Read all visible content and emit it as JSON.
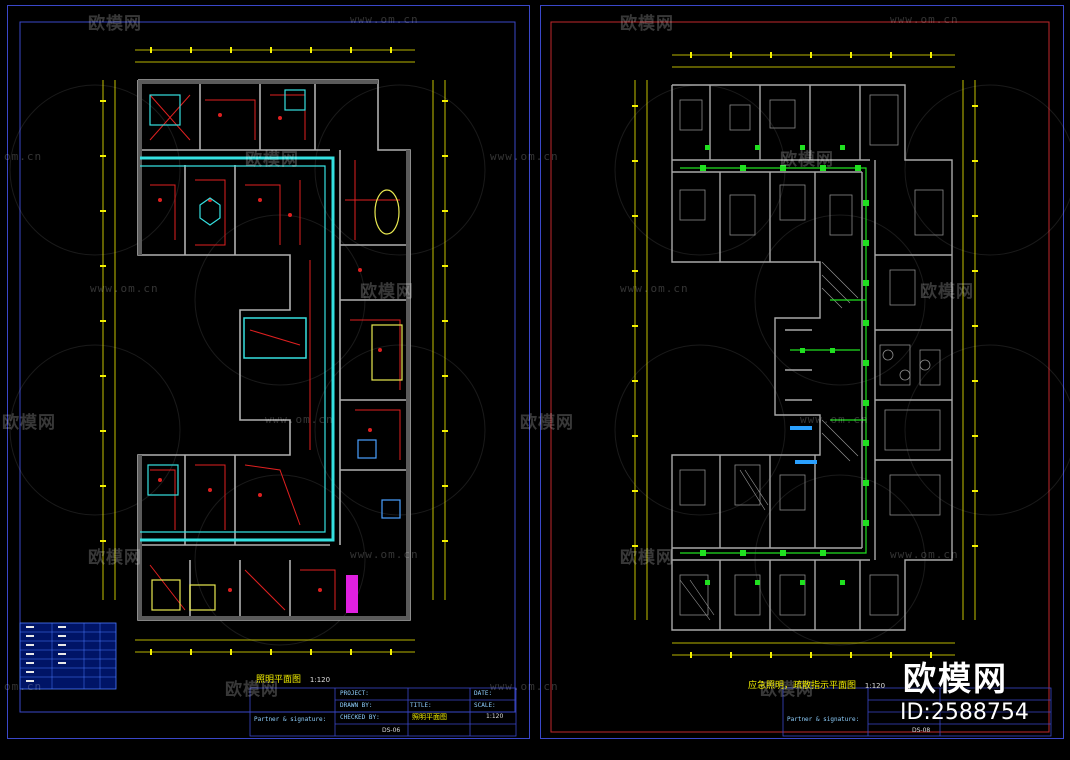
{
  "watermarks": {
    "brand_cn": "欧模网",
    "site": "www.om.cn",
    "site_short": "om.cn"
  },
  "left_sheet": {
    "plan_title": "照明平面图",
    "plan_scale": "1:120",
    "titleblock": {
      "project_label": "PROJECT:",
      "drawn_label": "DRAWN BY:",
      "checked_label": "CHECKED BY:",
      "title_label": "TITLE:",
      "date_label": "DATE:",
      "scale_label": "SCALE:",
      "title_value": "照明平面图",
      "scale_value": "1:120",
      "sheet_no": "DS-06",
      "sign_label": "Partner & signature:"
    }
  },
  "right_sheet": {
    "plan_title": "应急照明，疏散指示平面图",
    "plan_scale": "1:120",
    "titleblock": {
      "sheet_no": "DS-08",
      "sign_label": "Partner & signature:"
    }
  },
  "brand": {
    "name": "欧模网",
    "id_text": "ID:2588754"
  },
  "colors": {
    "background": "#000000",
    "frame": "#3a47c9",
    "right_inner_frame": "#c0282c",
    "wall": "#b0b0b0",
    "lighting_red": "#e02020",
    "lighting_cyan": "#35e0e0",
    "dimension_yellow": "#f4f000",
    "emergency_green": "#20e020"
  }
}
